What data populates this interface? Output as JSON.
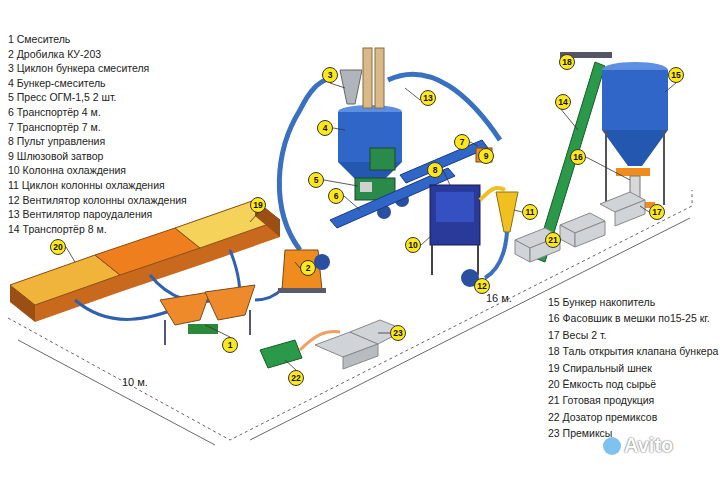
{
  "diagram": {
    "nodes": [
      {
        "text": [
          "18"
        ]
      },
      {
        "text": [
          "15"
        ]
      },
      {
        "text": [
          "3"
        ]
      },
      {
        "text": [
          "13"
        ]
      },
      {
        "text": [
          "14"
        ]
      },
      {
        "text": [
          "4"
        ]
      },
      {
        "text": [
          "7"
        ]
      },
      {
        "text": [
          "9"
        ]
      },
      {
        "text": [
          "16"
        ]
      },
      {
        "text": [
          "8"
        ]
      },
      {
        "text": [
          "5"
        ]
      },
      {
        "text": [
          "6"
        ]
      },
      {
        "text": [
          "19"
        ]
      },
      {
        "text": [
          "11"
        ]
      },
      {
        "text": [
          "17"
        ]
      },
      {
        "text": [
          "21"
        ]
      },
      {
        "text": [
          "10"
        ]
      },
      {
        "text": [
          "20"
        ]
      },
      {
        "text": [
          "2"
        ]
      },
      {
        "text": [
          "12"
        ]
      },
      {
        "text": [
          "23"
        ]
      },
      {
        "text": [
          "1"
        ]
      },
      {
        "text": [
          "22"
        ]
      }
    ],
    "labels": [
      "1 Смеситель",
      "2 Дробилка КУ-203",
      "3 Циклон бункера смесителя",
      "4 Бункер-смеситель",
      "5 Пресс ОГМ-1,5 2 шт.",
      "6 Транспортёр 4 м.",
      "7 Транспортёр 7 м.",
      "8 Пульт управления",
      "9 Шлюзовой затвор",
      "10 Колонна охлаждения",
      "11 Циклон колонны охлаждения",
      "12 Вентилятор колонны охлаждения",
      "13 Вентилятор пароудаления",
      "14 Транспортёр 8 м.",
      "10 м.",
      "16 м.",
      "15 Бункер накопитель",
      "16 Фасовшик в мешки по15-25 кг.",
      "17 Весы 2 т.",
      "18 Таль открытия клапана бункера",
      "19 Спиральный шнек",
      "20 Ёмкость под сырьё",
      "21 Готовая продукция",
      "22 Дозатор премиксов",
      "23 Премиксы",
      "Avito"
    ]
  }
}
